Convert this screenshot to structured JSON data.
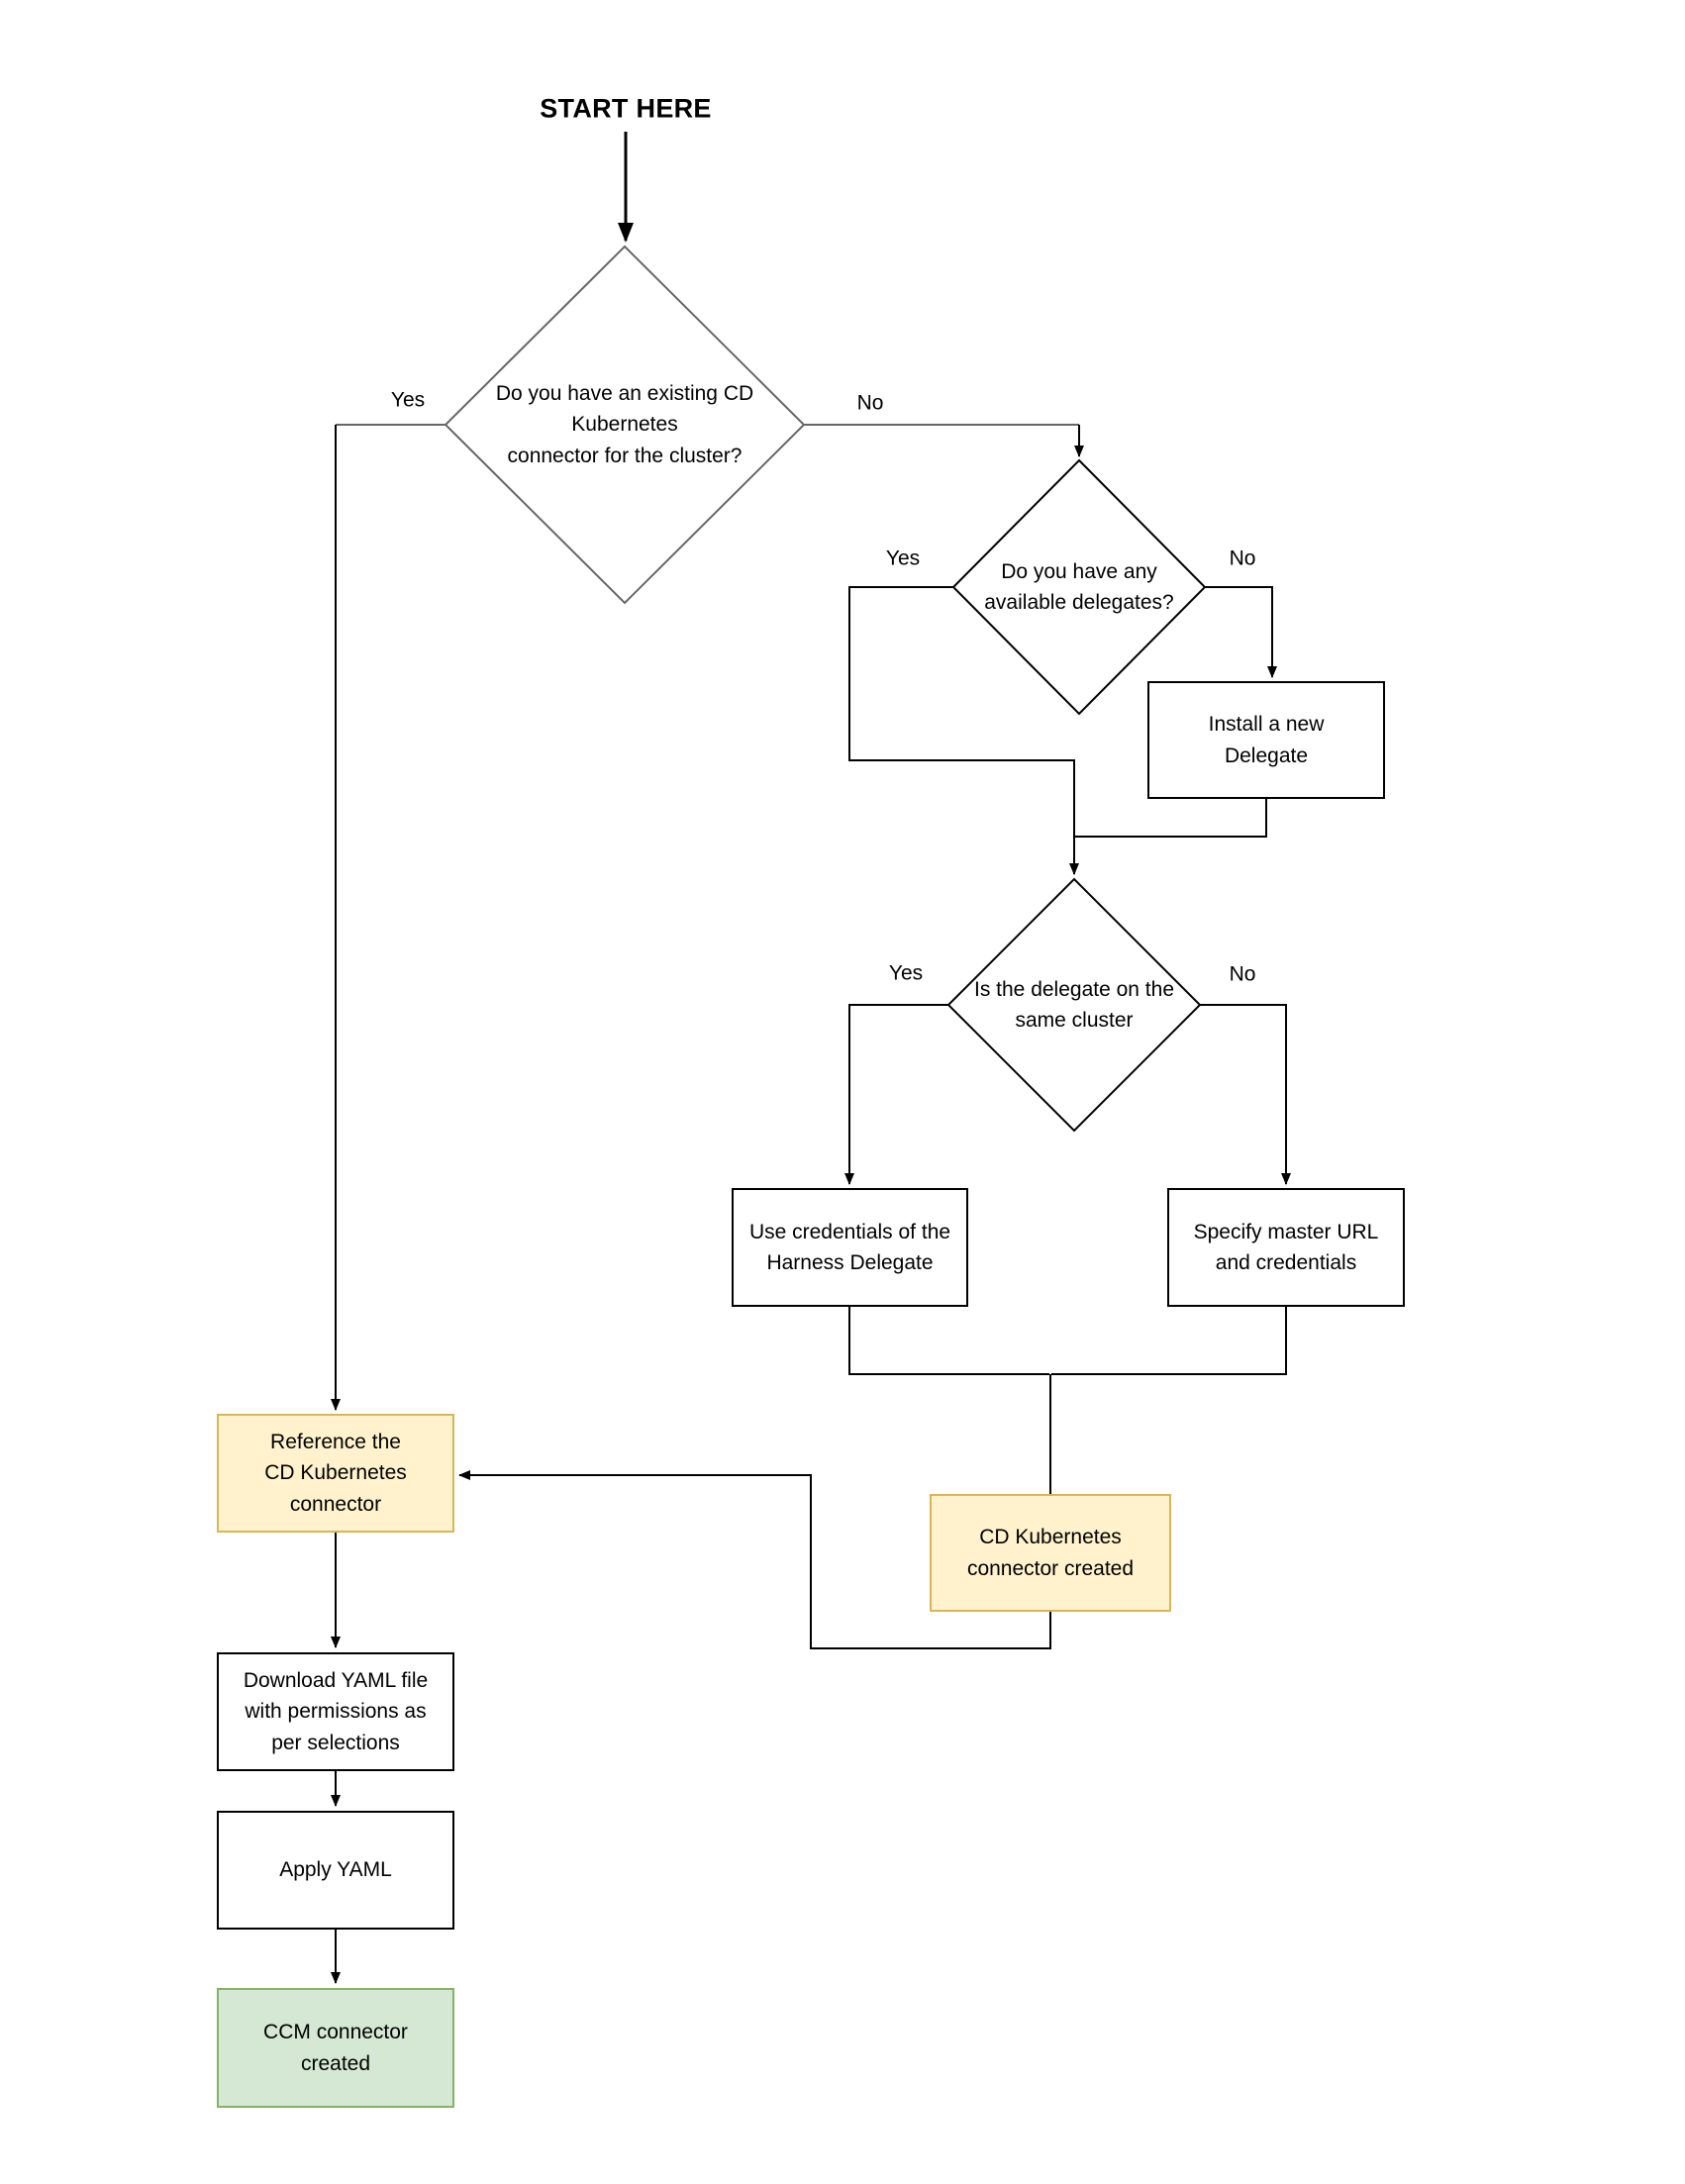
{
  "title": "START HERE",
  "labels": {
    "yes": "Yes",
    "no": "No"
  },
  "nodes": {
    "decision_existing_cd": {
      "type": "decision",
      "label": "Do you have an existing CD\nKubernetes\nconnector for the cluster?"
    },
    "decision_available_delegates": {
      "type": "decision",
      "label": "Do you have any\navailable delegates?"
    },
    "decision_same_cluster": {
      "type": "decision",
      "label": "Is the delegate on the\nsame cluster"
    },
    "install_delegate": {
      "type": "process",
      "label": "Install a new\nDelegate"
    },
    "use_credentials": {
      "type": "process",
      "label": "Use credentials of the\nHarness Delegate"
    },
    "specify_master": {
      "type": "process",
      "label": "Specify master URL\nand credentials"
    },
    "cd_connector_created": {
      "type": "milestone",
      "label": "CD Kubernetes\nconnector created",
      "fill": "#FFF2CC",
      "stroke": "#D6B656"
    },
    "reference_connector": {
      "type": "milestone",
      "label": "Reference the\nCD Kubernetes\nconnector",
      "fill": "#FFF2CC",
      "stroke": "#D6B656"
    },
    "download_yaml": {
      "type": "process",
      "label": "Download YAML file\nwith permissions as\nper selections"
    },
    "apply_yaml": {
      "type": "process",
      "label": "Apply YAML"
    },
    "ccm_connector_created": {
      "type": "terminal",
      "label": "CCM connector\ncreated",
      "fill": "#D5E8D4",
      "stroke": "#82B366"
    }
  },
  "colors": {
    "background": "#FFFFFF",
    "line": "#000000",
    "primary_decision_stroke": "#666666",
    "highlight_fill": "#FFF2CC",
    "highlight_stroke": "#D6B656",
    "success_fill": "#D5E8D4",
    "success_stroke": "#82B366"
  }
}
